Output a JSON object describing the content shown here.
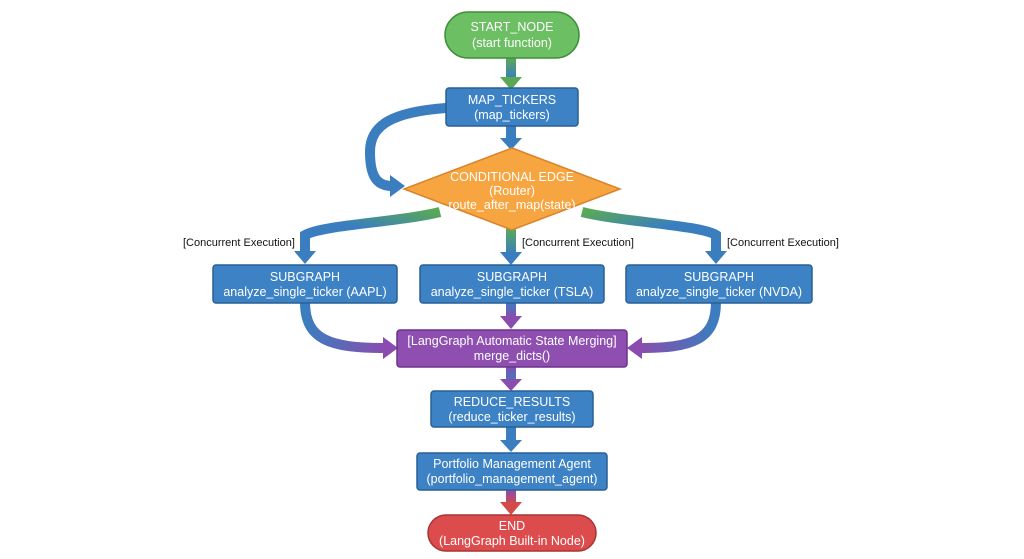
{
  "nodes": {
    "start": {
      "line1": "START_NODE",
      "line2": "(start function)"
    },
    "map_tickers": {
      "line1": "MAP_TICKERS",
      "line2": "(map_tickers)"
    },
    "conditional": {
      "line1": "CONDITIONAL EDGE",
      "line2": "(Router)",
      "line3": "route_after_map(state)"
    },
    "sub_aapl": {
      "line1": "SUBGRAPH",
      "line2": "analyze_single_ticker (AAPL)"
    },
    "sub_tsla": {
      "line1": "SUBGRAPH",
      "line2": "analyze_single_ticker (TSLA)"
    },
    "sub_nvda": {
      "line1": "SUBGRAPH",
      "line2": "analyze_single_ticker (NVDA)"
    },
    "merge": {
      "line1": "[LangGraph Automatic State Merging]",
      "line2": "merge_dicts()"
    },
    "reduce": {
      "line1": "REDUCE_RESULTS",
      "line2": "(reduce_ticker_results)"
    },
    "portfolio": {
      "line1": "Portfolio Management Agent",
      "line2": "(portfolio_management_agent)"
    },
    "end": {
      "line1": "END",
      "line2": "(LangGraph Built-in Node)"
    }
  },
  "edge_labels": {
    "left": "[Concurrent Execution]",
    "middle": "[Concurrent Execution]",
    "right": "[Concurrent Execution]"
  },
  "colors": {
    "start_fill": "#6cbf63",
    "start_stroke": "#3f8f3a",
    "process_fill": "#3c82c4",
    "process_stroke": "#2a5f94",
    "diamond_fill": "#f7a541",
    "diamond_stroke": "#d9842a",
    "merge_fill": "#8e4fb0",
    "merge_stroke": "#6a3489",
    "end_fill": "#dc4c4c",
    "end_stroke": "#a83434",
    "edge_blue": "#3a7ebf",
    "edge_green": "#5aaa55",
    "edge_purple": "#8a4cae",
    "edge_red": "#d24a4a"
  }
}
